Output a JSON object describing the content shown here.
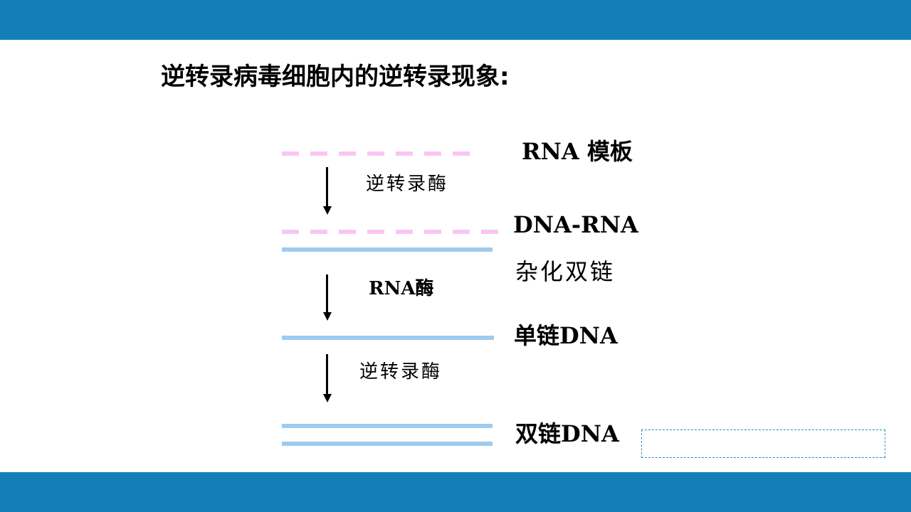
{
  "theme": {
    "bar_color": "#147eb8",
    "rna_color": "#f9c6f2",
    "dna_color": "#9ecbf0"
  },
  "slide": {
    "title": "逆转录病毒细胞内的逆转录现象:"
  },
  "diagram": {
    "enzyme_1": "逆转录酶",
    "enzyme_2": "RNA酶",
    "enzyme_3": "逆转录酶",
    "stage_1": "RNA 模板",
    "stage_2_line1": "DNA-RNA",
    "stage_2_line2": "杂化双链",
    "stage_3": "单链DNA",
    "stage_4": "双链DNA"
  }
}
